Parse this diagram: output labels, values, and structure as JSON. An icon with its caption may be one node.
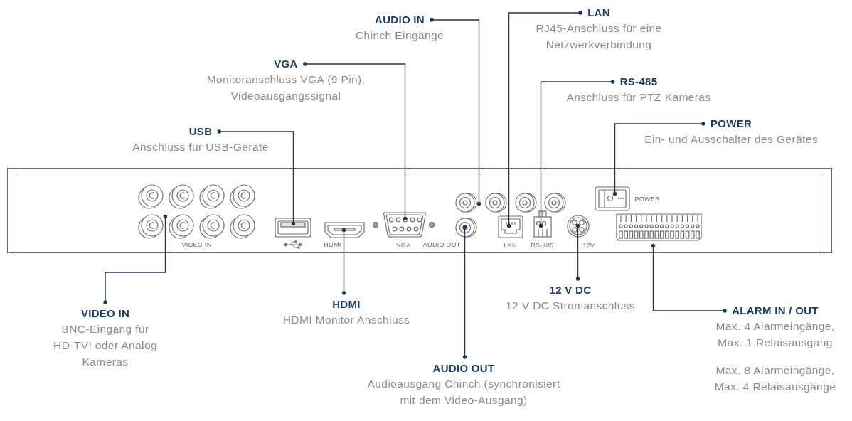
{
  "diagram": {
    "nodes": [
      {
        "text": [
          "AUDIO IN",
          "Chinch Eingänge"
        ]
      },
      {
        "text": [
          "LAN",
          "RJ45-Anschluss für eine Netzwerkverbindung"
        ]
      },
      {
        "text": [
          "VGA",
          "Monitoranschluss VGA (9 Pin), Videoausgangssignal"
        ]
      },
      {
        "text": [
          "RS-485",
          "Anschluss für PTZ Kameras"
        ]
      },
      {
        "text": [
          "USB",
          "Anschluss für USB-Geräte"
        ]
      },
      {
        "text": [
          "POWER",
          "Ein- und Ausschalter des Gerätes"
        ]
      },
      {
        "text": [],
        "shape": "box"
      },
      {
        "text": [],
        "shape": "picture",
        "in": 6,
        "beside": [
          "VIDEO IN"
        ]
      },
      {
        "text": [],
        "shape": "picture",
        "in": 6
      },
      {
        "text": [],
        "shape": "picture",
        "in": 6,
        "beside": [
          "HDMI"
        ]
      },
      {
        "text": [],
        "shape": "picture",
        "in": 6,
        "beside": [
          "VGA"
        ]
      },
      {
        "text": [],
        "shape": "picture",
        "in": 6
      },
      {
        "text": [],
        "shape": "picture",
        "in": 6,
        "beside": [
          "AUDIO OUT"
        ]
      },
      {
        "text": [],
        "shape": "picture",
        "in": 6,
        "beside": [
          "LAN"
        ]
      },
      {
        "text": [],
        "shape": "picture",
        "in": 6,
        "beside": [
          "RS-485"
        ]
      },
      {
        "text": [],
        "shape": "picture",
        "in": 6,
        "beside": [
          "12V"
        ]
      },
      {
        "text": [],
        "shape": "picture",
        "in": 6,
        "beside": [
          "POWER"
        ]
      },
      {
        "text": [],
        "shape": "picture",
        "in": 6
      },
      {
        "text": [
          "VIDEO IN",
          "BNC-Eingang für HD-TVI oder Analog Kameras"
        ]
      },
      {
        "text": [
          "HDMI",
          "HDMI Monitor Anschluss"
        ]
      },
      {
        "text": [
          "12 V DC",
          "12 V DC Stromanschluss"
        ]
      },
      {
        "text": [
          "ALARM IN / OUT",
          "Max. 4 Alarmeingänge, Max. 1 Relaisausgang",
          "Max. 8 Alarmeingänge, Max. 4 Relaisausgänge"
        ]
      },
      {
        "text": [
          "AUDIO OUT",
          "Audioausgang Chinch (synchronisiert mit dem Video-Ausgang)"
        ]
      }
    ],
    "edges": [
      {
        "from": 0,
        "to": 11,
        "arrow": "other"
      },
      {
        "from": 1,
        "to": 13,
        "arrow": "other"
      },
      {
        "from": 2,
        "to": 10,
        "arrow": "other"
      },
      {
        "from": 3,
        "to": 14,
        "arrow": "other"
      },
      {
        "from": 4,
        "to": 8,
        "arrow": "other"
      },
      {
        "from": 5,
        "to": 16,
        "arrow": "other"
      },
      {
        "from": 18,
        "to": 7,
        "arrow": "other"
      },
      {
        "from": 19,
        "to": 9,
        "arrow": "other"
      },
      {
        "from": 20,
        "to": 15,
        "arrow": "other"
      },
      {
        "from": 21,
        "to": 17,
        "arrow": "other"
      },
      {
        "from": 22,
        "to": 12,
        "arrow": "other"
      }
    ]
  }
}
